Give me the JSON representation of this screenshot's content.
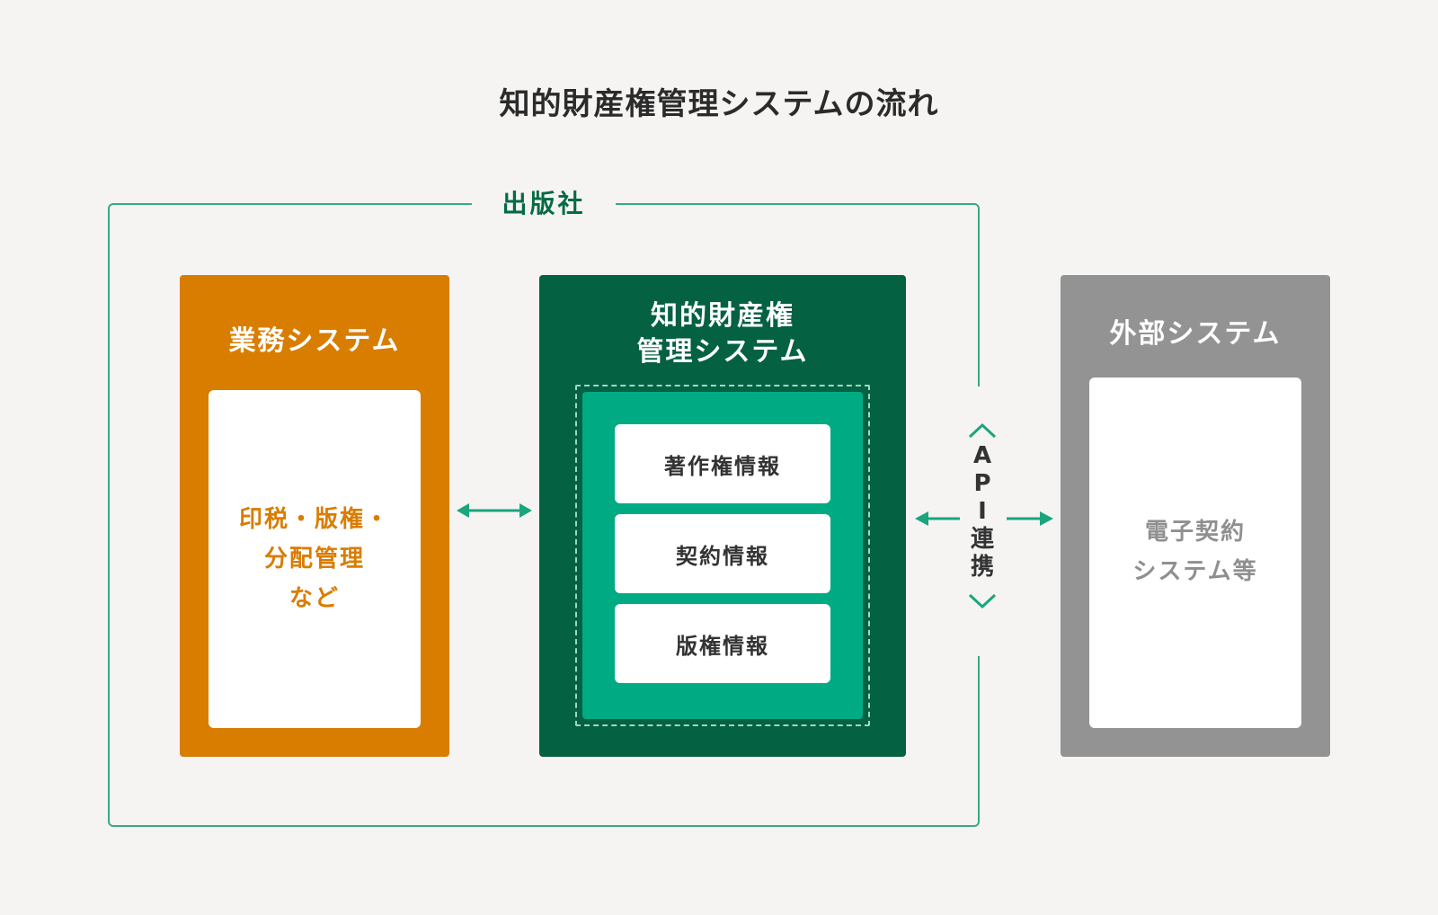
{
  "title": "知的財産権管理システムの流れ",
  "publisher": {
    "label": "出版社"
  },
  "business_system": {
    "title": "業務システム",
    "content_lines": [
      "印税・版権・",
      "分配管理",
      "など"
    ]
  },
  "ip_system": {
    "title_lines": [
      "知的財産権",
      "管理システム"
    ],
    "info_cards": [
      "著作権情報",
      "契約情報",
      "版権情報"
    ]
  },
  "api": {
    "label_chars": [
      "A",
      "P",
      "I",
      "連",
      "携"
    ]
  },
  "external_system": {
    "title": "外部システム",
    "content_lines": [
      "電子契約",
      "システム等"
    ]
  },
  "colors": {
    "background": "#f5f4f2",
    "business": "#d97d00",
    "ip_dark": "#046142",
    "ip_light": "#00ab84",
    "frame": "#3aa985",
    "external": "#939393",
    "arrow": "#1aa57e"
  }
}
